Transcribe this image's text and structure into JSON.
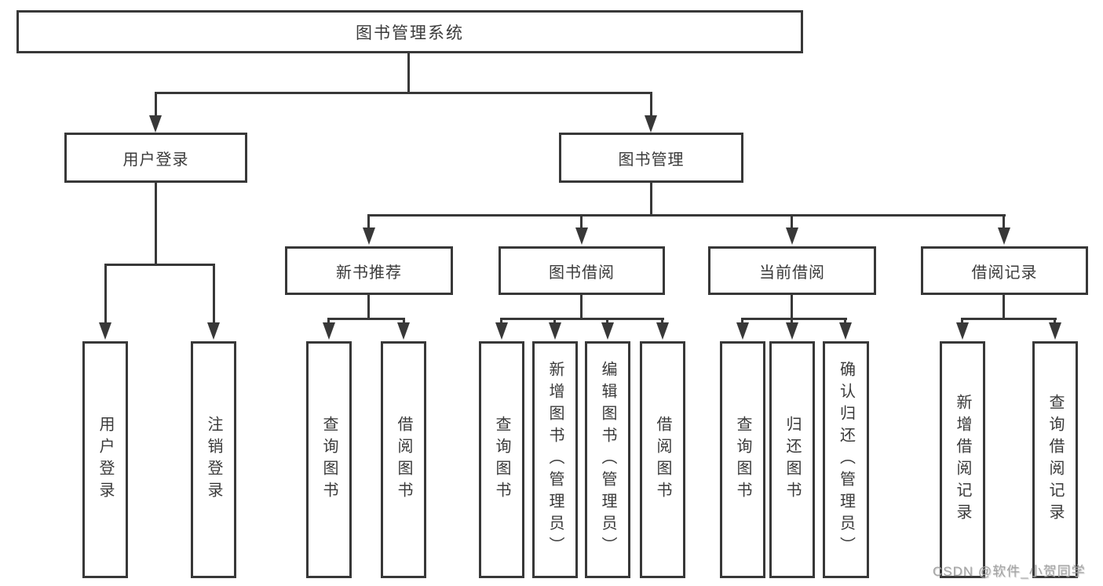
{
  "diagram_title": "图书管理系统",
  "tree": {
    "label": "图书管理系统",
    "children": [
      {
        "label": "用户登录",
        "children": [
          {
            "label": "用户登录"
          },
          {
            "label": "注销登录"
          }
        ]
      },
      {
        "label": "图书管理",
        "children": [
          {
            "label": "新书推荐",
            "children": [
              {
                "label": "查询图书"
              },
              {
                "label": "借阅图书"
              }
            ]
          },
          {
            "label": "图书借阅",
            "children": [
              {
                "label": "查询图书"
              },
              {
                "label": "新增图书（管理员）"
              },
              {
                "label": "编辑图书（管理员）"
              },
              {
                "label": "借阅图书"
              }
            ]
          },
          {
            "label": "当前借阅",
            "children": [
              {
                "label": "查询图书"
              },
              {
                "label": "归还图书"
              },
              {
                "label": "确认归还（管理员）"
              }
            ]
          },
          {
            "label": "借阅记录",
            "children": [
              {
                "label": "新增借阅记录"
              },
              {
                "label": "查询借阅记录"
              }
            ]
          }
        ]
      }
    ]
  },
  "watermark": {
    "text": "CSDN @软件_小贺同学"
  },
  "colors": {
    "line": "#383838",
    "text": "#3a3a3a",
    "box_background": "#ffffff",
    "watermark": "#a3a3a3",
    "page_background": "#ffffff"
  }
}
